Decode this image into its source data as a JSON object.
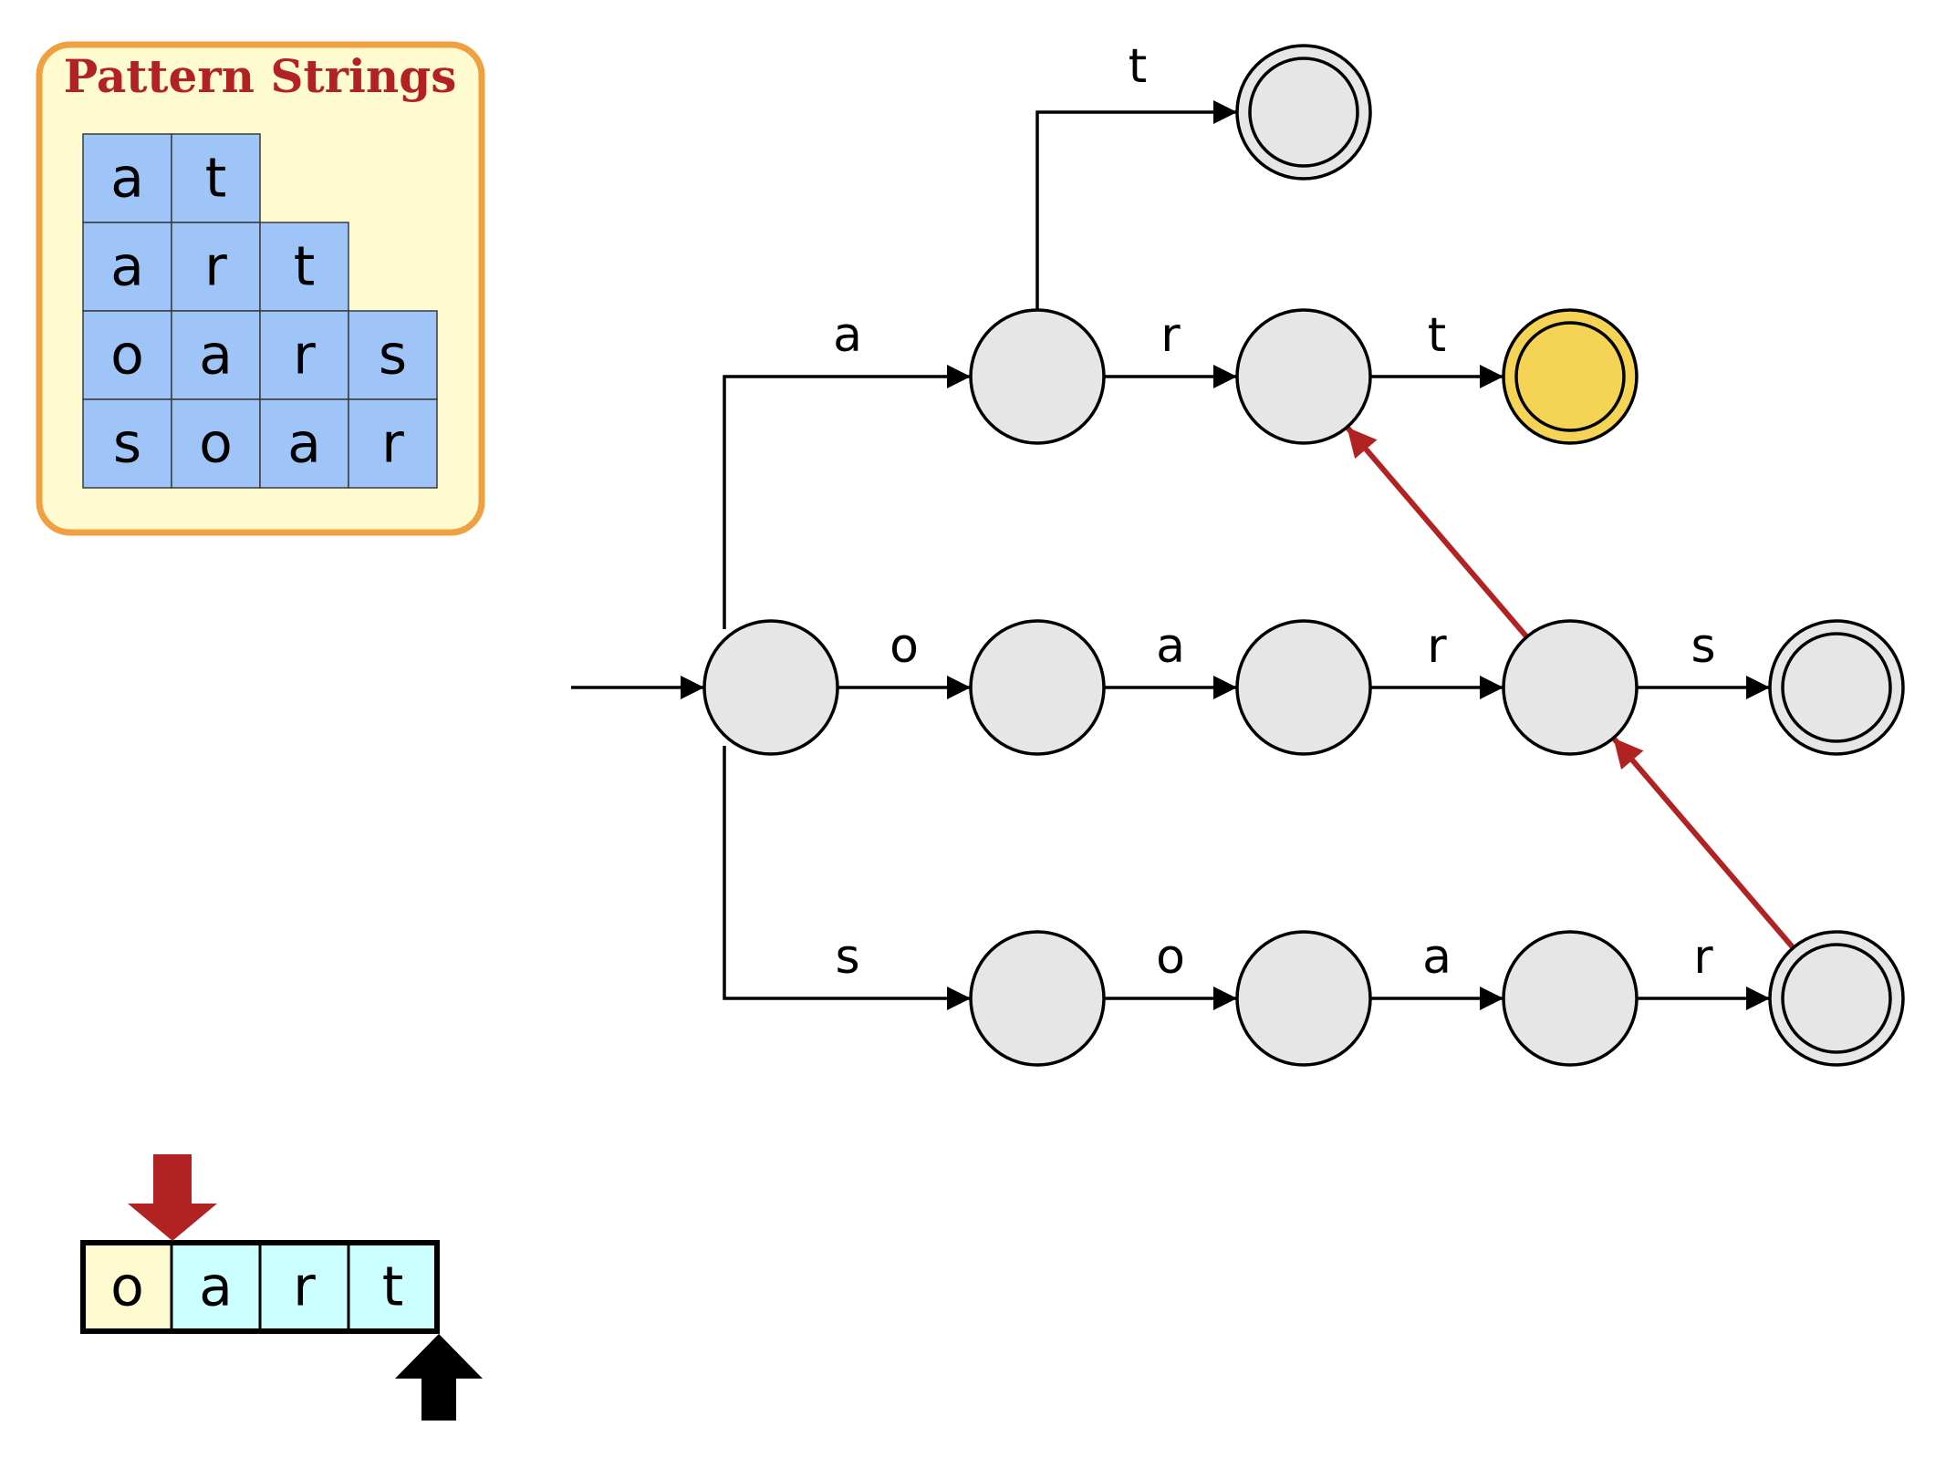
{
  "colors": {
    "node_fill": "#e6e6e6",
    "highlight_fill": "#f5d354",
    "pattern_cell": "#9fc5f8",
    "panel_fill": "#fffbd1",
    "panel_border": "#f0a040",
    "title_color": "#b22222",
    "failure_link": "#b22222",
    "text_read_fill": "#fffbd1",
    "text_unread_fill": "#ccffff",
    "pointer_fill": "#000000"
  },
  "pattern_panel": {
    "title": "Pattern Strings",
    "patterns": [
      [
        "a",
        "t"
      ],
      [
        "a",
        "r",
        "t"
      ],
      [
        "o",
        "a",
        "r",
        "s"
      ],
      [
        "s",
        "o",
        "a",
        "r"
      ]
    ]
  },
  "automaton": {
    "states": [
      {
        "id": "root",
        "accepting": false,
        "highlight": false
      },
      {
        "id": "a",
        "accepting": false,
        "highlight": false
      },
      {
        "id": "at",
        "accepting": true,
        "highlight": false
      },
      {
        "id": "ar",
        "accepting": false,
        "highlight": false
      },
      {
        "id": "art",
        "accepting": true,
        "highlight": true
      },
      {
        "id": "o",
        "accepting": false,
        "highlight": false
      },
      {
        "id": "oa",
        "accepting": false,
        "highlight": false
      },
      {
        "id": "oar",
        "accepting": false,
        "highlight": false
      },
      {
        "id": "oars",
        "accepting": true,
        "highlight": false
      },
      {
        "id": "s",
        "accepting": false,
        "highlight": false
      },
      {
        "id": "so",
        "accepting": false,
        "highlight": false
      },
      {
        "id": "soa",
        "accepting": false,
        "highlight": false
      },
      {
        "id": "soar",
        "accepting": true,
        "highlight": false
      }
    ],
    "transitions": [
      {
        "from": "root",
        "to": "a",
        "label": "a"
      },
      {
        "from": "a",
        "to": "at",
        "label": "t"
      },
      {
        "from": "a",
        "to": "ar",
        "label": "r"
      },
      {
        "from": "ar",
        "to": "art",
        "label": "t"
      },
      {
        "from": "root",
        "to": "o",
        "label": "o"
      },
      {
        "from": "o",
        "to": "oa",
        "label": "a"
      },
      {
        "from": "oa",
        "to": "oar",
        "label": "r"
      },
      {
        "from": "oar",
        "to": "oars",
        "label": "s"
      },
      {
        "from": "root",
        "to": "s",
        "label": "s"
      },
      {
        "from": "s",
        "to": "so",
        "label": "o"
      },
      {
        "from": "so",
        "to": "soa",
        "label": "a"
      },
      {
        "from": "soa",
        "to": "soar",
        "label": "r"
      }
    ],
    "failure_links": [
      {
        "from": "oar",
        "to": "ar"
      },
      {
        "from": "soar",
        "to": "oar"
      }
    ]
  },
  "input_text": {
    "chars": [
      "o",
      "a",
      "r",
      "t"
    ],
    "consumed_count": 1
  }
}
